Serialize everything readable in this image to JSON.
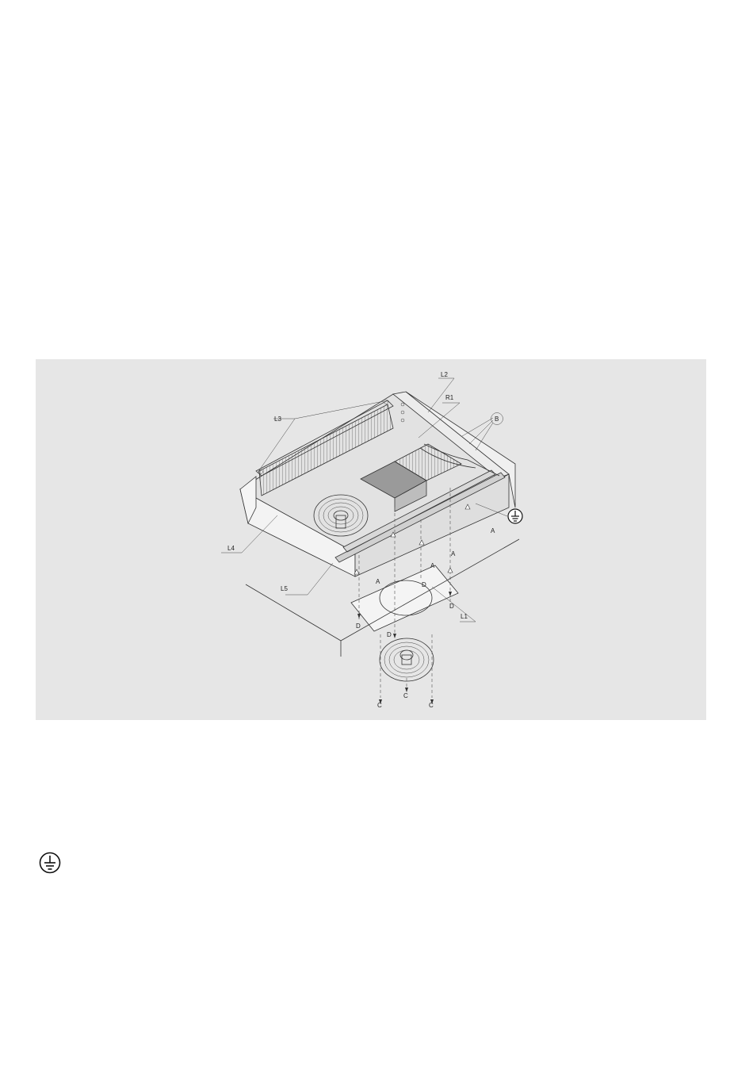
{
  "diagram": {
    "labels": {
      "l1": "L1",
      "l2": "L2",
      "l3": "L3",
      "l4": "L4",
      "l5": "L5",
      "r1": "R1",
      "a": "A",
      "b": "B",
      "c": "C",
      "d": "D"
    },
    "icons": {
      "ground": "ground-icon",
      "fan": "fan-icon"
    },
    "colors": {
      "panel_background": "#e6e6e6",
      "line": "#333333"
    }
  },
  "footer": {
    "icon": "ground-icon"
  }
}
